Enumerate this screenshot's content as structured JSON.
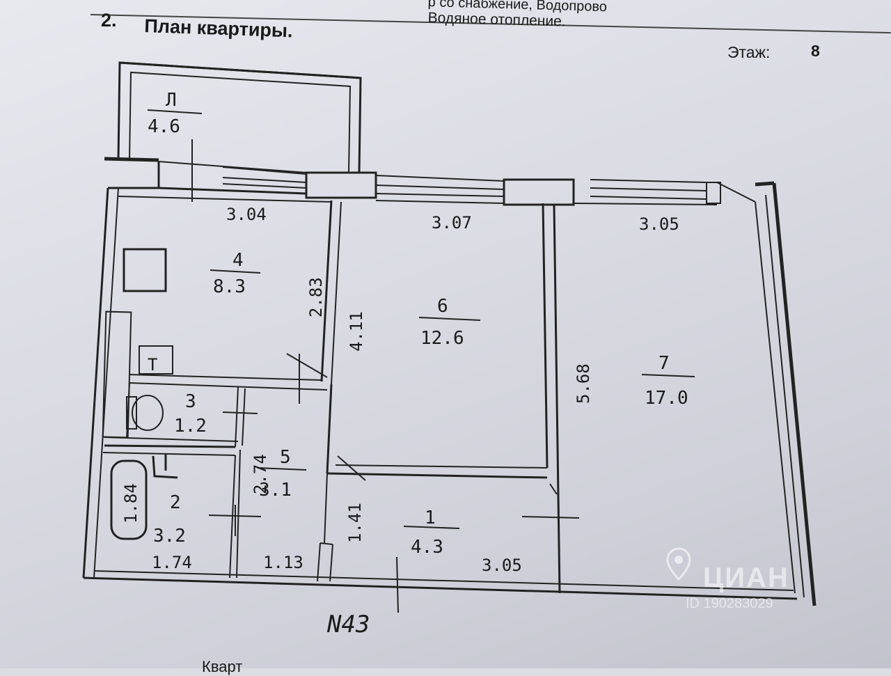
{
  "header": {
    "top_line": "р   со   снабжение,   Водопрово",
    "heating": "Водяное отопление.",
    "section_number": "2.",
    "section_title": "План квартиры.",
    "floor_label": "Этаж:",
    "floor_value": "8"
  },
  "plan": {
    "apartment_number": "N43",
    "rooms": [
      {
        "id": "balcony",
        "number": "Л",
        "area": "4.6"
      },
      {
        "id": "kitchen",
        "number": "4",
        "area": "8.3"
      },
      {
        "id": "room6",
        "number": "6",
        "area": "12.6"
      },
      {
        "id": "room7",
        "number": "7",
        "area": "17.0"
      },
      {
        "id": "toilet",
        "number": "3",
        "area": "1.2"
      },
      {
        "id": "corridor5",
        "number": "5",
        "area": "3.1"
      },
      {
        "id": "bathroom",
        "number": "2",
        "area": "3.2"
      },
      {
        "id": "hall",
        "number": "1",
        "area": "4.3"
      }
    ],
    "dimensions": {
      "kitchen_width": "3.04",
      "room6_width": "3.07",
      "room7_width": "3.05",
      "kitchen_depth": "2.83",
      "room6_depth": "4.11",
      "room7_depth": "5.68",
      "corridor_length": "2.74",
      "hall_depth": "1.41",
      "bath_tub_length": "1.84",
      "bathroom_width": "1.74",
      "corridor_width": "1.13",
      "hall_width": "3.05"
    },
    "fixtures": {
      "gas_meter": "T"
    }
  },
  "footer": {
    "text": "Кварт"
  },
  "watermark": {
    "brand": "ЦИАН",
    "id": "ID 190283029"
  }
}
